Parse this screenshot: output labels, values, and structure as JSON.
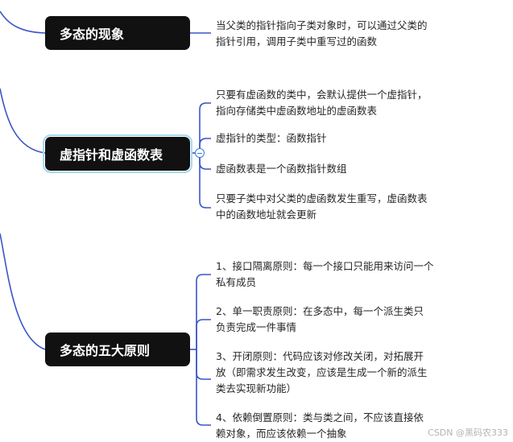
{
  "nodes": [
    {
      "title": "多态的现象",
      "details": [
        [
          "当父类的指针指向子类对象时，可以通过父类的",
          "指针引用，调用子类中重写过的函数"
        ]
      ]
    },
    {
      "title": "虚指针和虚函数表",
      "details": [
        [
          "只要有虚函数的类中，会默认提供一个虚指针，",
          "指向存储类中虚函数地址的虚函数表"
        ],
        [
          "虚指针的类型：函数指针"
        ],
        [
          "虚函数表是一个函数指针数组"
        ],
        [
          "只要子类中对父类的虚函数发生重写，虚函数表",
          "中的函数地址就会更新"
        ]
      ]
    },
    {
      "title": "多态的五大原则",
      "details": [
        [
          "1、接口隔离原则：每一个接口只能用来访问一个",
          "私有成员"
        ],
        [
          "2、单一职责原则：在多态中，每一个派生类只",
          "负责完成一件事情"
        ],
        [
          "3、开闭原则：代码应该对修改关闭，对拓展开",
          "放（即需求发生改变，应该是生成一个新的派生",
          "类去实现新功能）"
        ],
        [
          "4、依赖倒置原则：类与类之间，不应该直接依",
          "赖对象，而应该依赖一个抽象"
        ]
      ]
    }
  ],
  "watermark": "CSDN @黑码农333",
  "colors": {
    "line": "#3a55c8",
    "node_bg": "#111111",
    "node_text": "#ffffff",
    "selected_outline": "#a6d8f3"
  }
}
